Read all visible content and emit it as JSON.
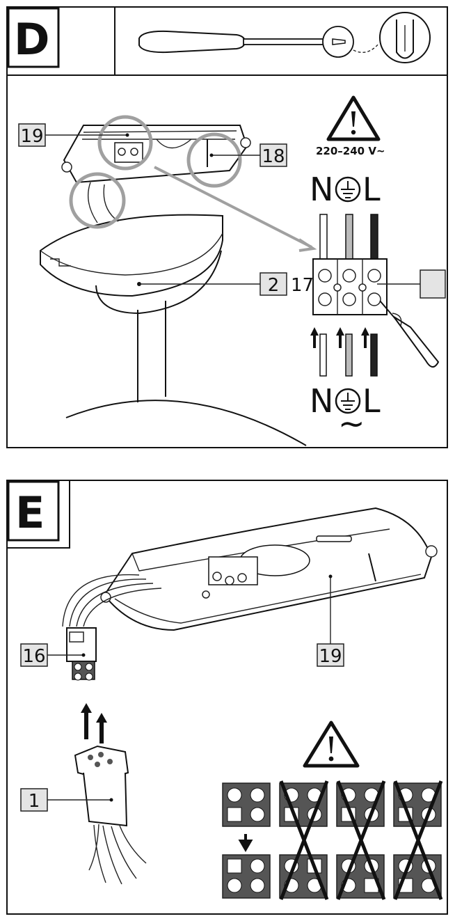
{
  "panel_d": {
    "letter": "D",
    "callouts": {
      "c19": "19",
      "c18": "18",
      "c2": "2",
      "c17": "17"
    },
    "voltage": "220–240 V~",
    "terminals_top": {
      "n": "N",
      "l": "L"
    },
    "terminals_bottom": {
      "n": "N",
      "l": "L"
    },
    "ac_symbol": "~"
  },
  "panel_e": {
    "letter": "E",
    "callouts": {
      "c16": "16",
      "c19": "19",
      "c1": "1"
    }
  },
  "icons": {
    "warning": "warning-triangle-icon",
    "ground": "ground-symbol-icon",
    "screwdriver": "screwdriver-icon"
  },
  "colors": {
    "callout_fill": "#e4e4e4",
    "highlight": "#a0a0a0",
    "plug_dark": "#555555"
  }
}
